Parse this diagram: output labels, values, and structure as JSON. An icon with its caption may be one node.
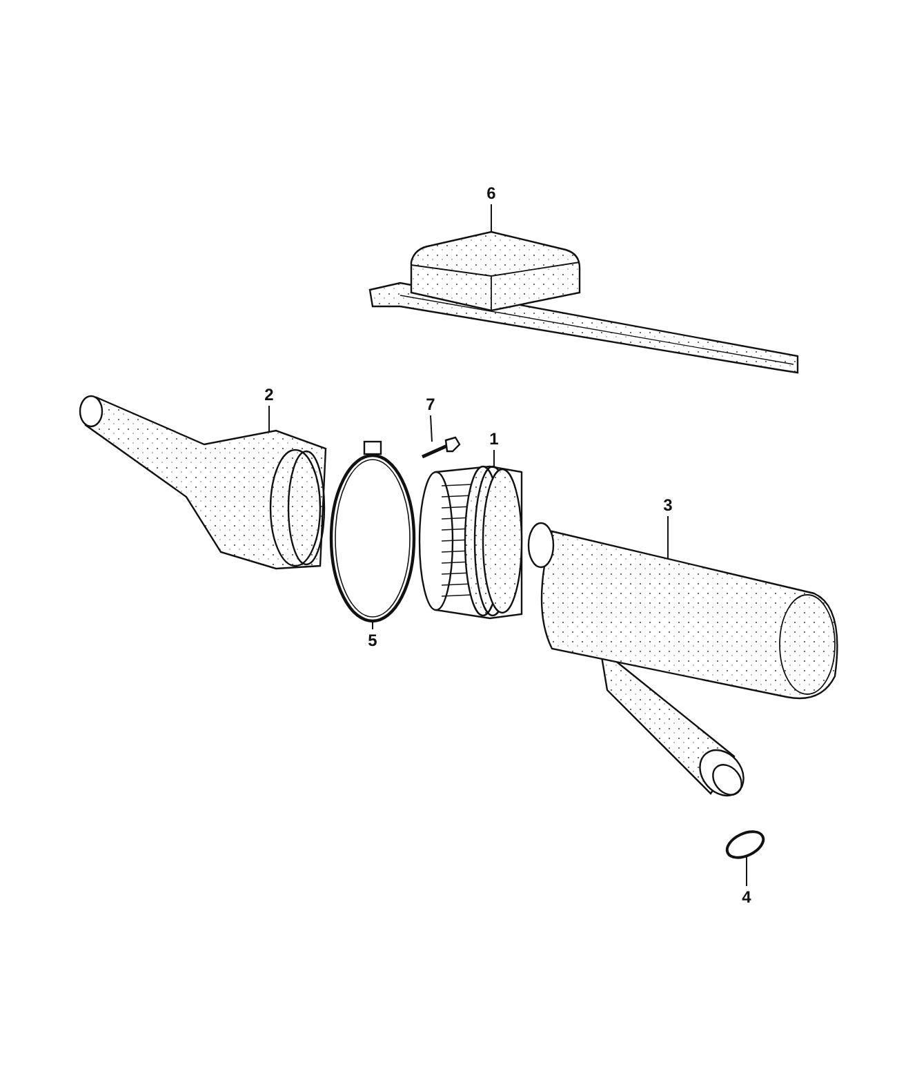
{
  "diagram": {
    "nodes": [
      {
        "text": [
          "6"
        ]
      },
      {
        "text": [
          "2"
        ]
      },
      {
        "text": [
          "7"
        ]
      },
      {
        "text": [
          "1"
        ]
      },
      {
        "text": [
          "3"
        ]
      },
      {
        "text": [
          "5"
        ]
      },
      {
        "text": [
          "4"
        ]
      },
      {
        "text": [],
        "shape": "picture"
      },
      {
        "text": [],
        "shape": "picture"
      },
      {
        "text": [],
        "shape": "picture"
      },
      {
        "text": [],
        "shape": "picture"
      },
      {
        "text": [],
        "shape": "picture"
      },
      {
        "text": [],
        "shape": "picture"
      },
      {
        "text": [],
        "shape": "picture"
      }
    ],
    "edges": [
      {
        "from": 0,
        "to": 7,
        "arrow": "none"
      },
      {
        "from": 1,
        "to": 8,
        "arrow": "none"
      },
      {
        "from": 2,
        "to": 9,
        "arrow": "none"
      },
      {
        "from": 3,
        "to": 10,
        "arrow": "none"
      },
      {
        "from": 4,
        "to": 11,
        "arrow": "none"
      },
      {
        "from": 5,
        "to": 12,
        "arrow": "none"
      },
      {
        "from": 6,
        "to": 13,
        "arrow": "none"
      }
    ]
  }
}
